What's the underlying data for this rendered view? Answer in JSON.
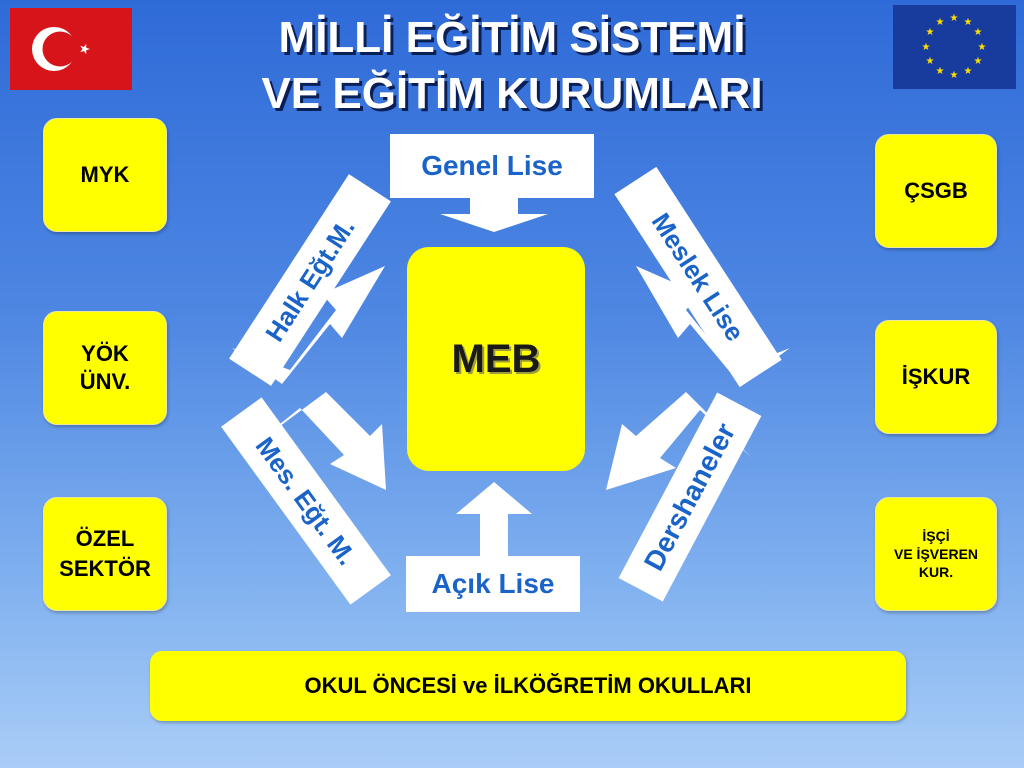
{
  "title": {
    "line1": "MİLLİ EĞİTİM SİSTEMİ",
    "line2": "VE EĞİTİM KURUMLARI"
  },
  "center": {
    "label": "MEB"
  },
  "sources": {
    "top": "Genel Lise",
    "bottom": "Açık Lise",
    "top_left": "Halk Eğt.M.",
    "top_right": "Meslek Lise",
    "bottom_left": "Mes. Eğt. M.",
    "bottom_right": "Dershaneler"
  },
  "left_boxes": [
    "MYK",
    "YÖK\nÜNV.",
    "ÖZEL\nSEKTÖR"
  ],
  "right_boxes": [
    "ÇSGB",
    "İŞKUR",
    "İŞÇİ\nVE İŞVEREN\nKUR."
  ],
  "bottom_bar": "OKUL ÖNCESİ ve İLKÖĞRETİM OKULLARI",
  "colors": {
    "box_yellow": "#ffff00",
    "label_blue": "#1a63c8",
    "title_white": "#ffffff"
  },
  "icons": {
    "left_flag": "turkey-flag-icon",
    "right_flag": "eu-flag-icon"
  }
}
